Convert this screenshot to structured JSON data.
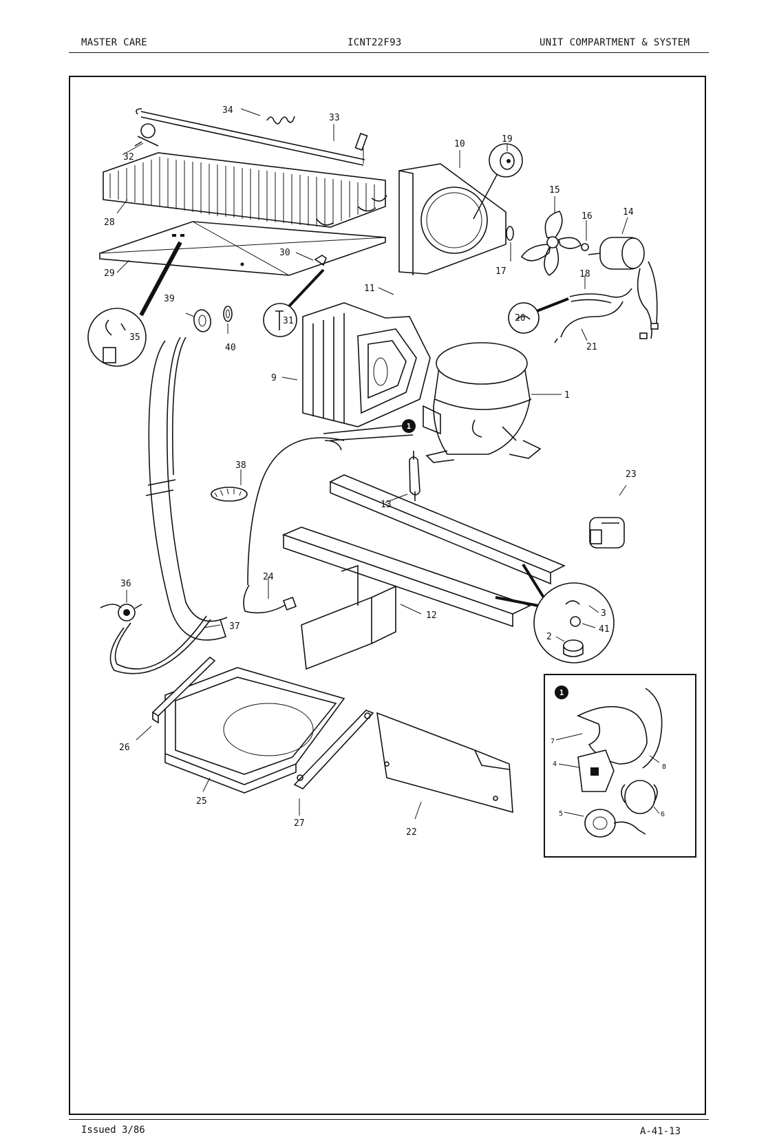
{
  "header": {
    "left": "MASTER CARE",
    "center": "ICNT22F93",
    "right": "UNIT COMPARTMENT & SYSTEM"
  },
  "footer": {
    "left": "Issued 3/86",
    "right": "A-41-13"
  },
  "corner_mark": "1",
  "parts": {
    "p1": "1",
    "p2": "2",
    "p3": "3",
    "p4": "4",
    "p5": "5",
    "p6": "6",
    "p7": "7",
    "p8": "8",
    "p9": "9",
    "p10": "10",
    "p11": "11",
    "p12": "12",
    "p13": "13",
    "p14": "14",
    "p15": "15",
    "p16": "16",
    "p17": "17",
    "p18": "18",
    "p19": "19",
    "p20": "20",
    "p21": "21",
    "p22": "22",
    "p23": "23",
    "p24": "24",
    "p25": "25",
    "p26": "26",
    "p27": "27",
    "p28": "28",
    "p29": "29",
    "p30": "30",
    "p31": "31",
    "p32": "32",
    "p33": "33",
    "p34": "34",
    "p35": "35",
    "p36": "36",
    "p37": "37",
    "p38": "38",
    "p39": "39",
    "p40": "40",
    "p41": "41"
  },
  "callouts": {
    "compressor_detail": "1",
    "inset_detail": "1"
  }
}
